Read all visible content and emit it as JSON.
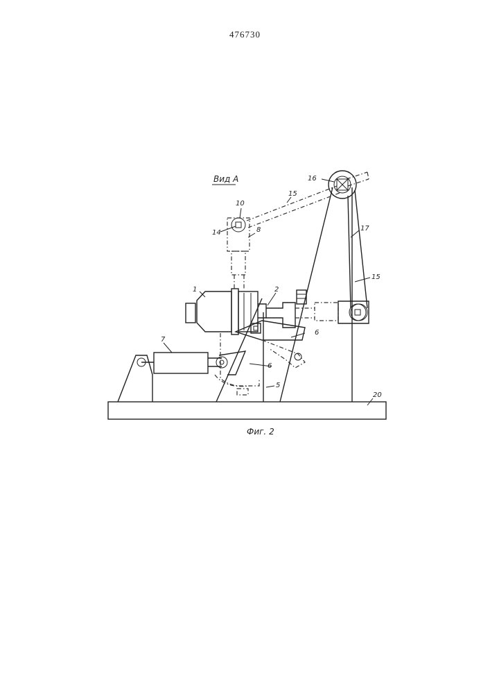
{
  "document": {
    "patent_number": "476730",
    "view_label": "Вид А",
    "figure_caption": "Фиг. 2"
  },
  "labels": {
    "l1": "1",
    "l2": "2",
    "l5": "5",
    "l6a": "6",
    "l6b": "6",
    "l7": "7",
    "l8": "8",
    "l10": "10",
    "l14": "14",
    "l15a": "15",
    "l15b": "15",
    "l16": "16",
    "l17": "17",
    "l20": "20"
  }
}
